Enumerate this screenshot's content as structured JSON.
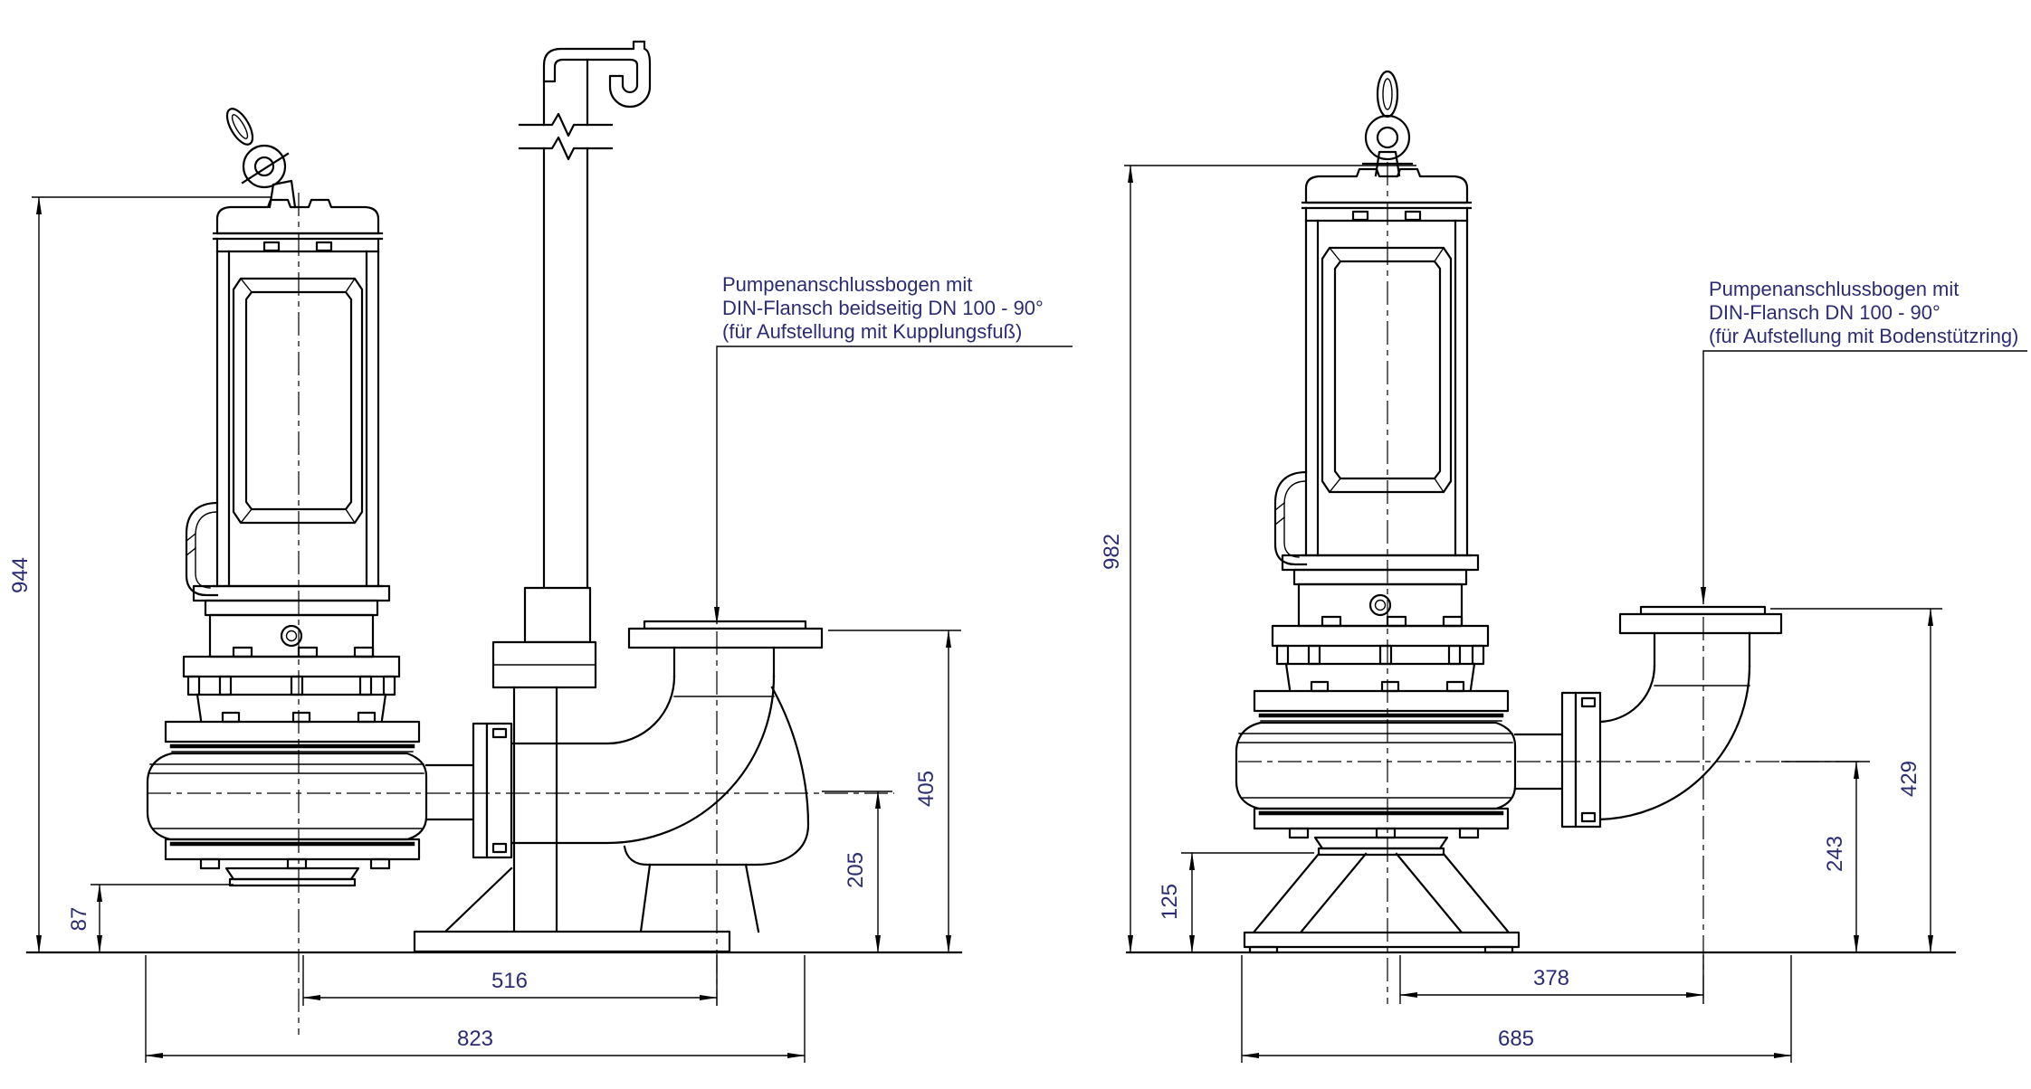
{
  "views": {
    "left": {
      "annotation": [
        "Pumpenanschlussbogen mit",
        "DIN-Flansch beidseitig DN 100 - 90°",
        "(für Aufstellung mit Kupplungsfuß)"
      ],
      "dims": {
        "total_height": "944",
        "bottom_clearance": "87",
        "discharge_center_height": "205",
        "elbow_flange_height": "405",
        "center_to_elbow": "516",
        "overall_length": "823"
      }
    },
    "right": {
      "annotation": [
        "Pumpenanschlussbogen mit",
        "DIN-Flansch DN 100 - 90°",
        "(für Aufstellung mit Bodenstützring)"
      ],
      "dims": {
        "total_height": "982",
        "ring_height": "125",
        "discharge_center_height": "243",
        "elbow_flange_height": "429",
        "center_to_elbow": "378",
        "overall_length": "685"
      }
    },
    "colors": {
      "line": "#000000",
      "dimension_text": "#2a2d73",
      "background": "#ffffff"
    }
  }
}
